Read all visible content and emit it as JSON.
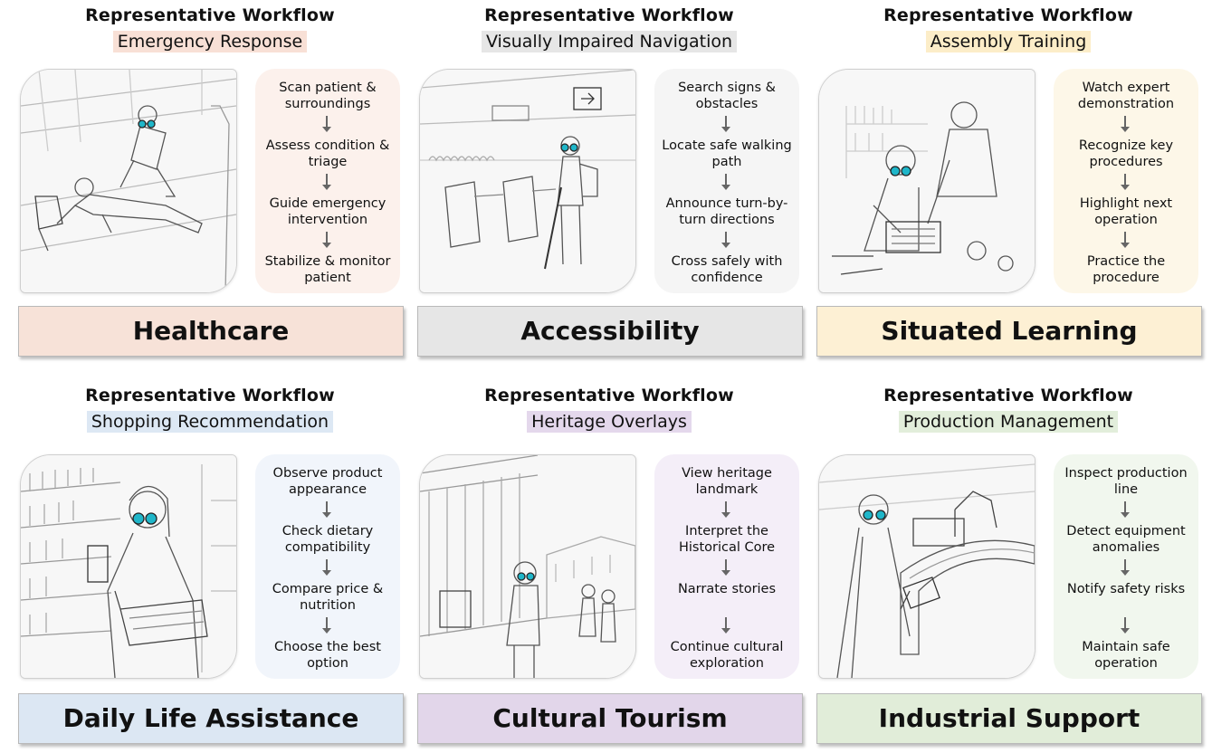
{
  "panels": [
    {
      "heading": "Representative Workflow",
      "workflow": "Emergency Response",
      "steps": [
        "Scan patient & surroundings",
        "Assess condition & triage",
        "Guide emergency intervention",
        "Stabilize & monitor patient"
      ],
      "domain": "Healthcare",
      "colors": {
        "label": "#f8e0d6",
        "steps": "#fcf1ec",
        "banner": "#f7e2d8"
      },
      "illustration_icon": "street-first-aid-scene"
    },
    {
      "heading": "Representative Workflow",
      "workflow": "Visually Impaired Navigation",
      "steps": [
        "Search signs & obstacles",
        "Locate safe walking path",
        "Announce turn-by-turn directions",
        "Cross safely with confidence"
      ],
      "domain": "Accessibility",
      "colors": {
        "label": "#e6e6e6",
        "steps": "#f5f5f5",
        "banner": "#e6e6e6"
      },
      "illustration_icon": "station-gate-cane-scene"
    },
    {
      "heading": "Representative Workflow",
      "workflow": "Assembly Training",
      "steps": [
        "Watch expert demonstration",
        "Recognize key procedures",
        "Highlight next operation",
        "Practice the procedure"
      ],
      "domain": "Situated Learning",
      "colors": {
        "label": "#fcedc8",
        "steps": "#fdf7e8",
        "banner": "#fdf0d4"
      },
      "illustration_icon": "workbench-training-scene"
    },
    {
      "heading": "Representative Workflow",
      "workflow": "Shopping Recommendation",
      "steps": [
        "Observe product appearance",
        "Check dietary compatibility",
        "Compare price & nutrition",
        "Choose the best option"
      ],
      "domain": "Daily Life Assistance",
      "colors": {
        "label": "#dde8f4",
        "steps": "#f1f5fb",
        "banner": "#dce7f3"
      },
      "illustration_icon": "supermarket-shelf-scene"
    },
    {
      "heading": "Representative Workflow",
      "workflow": "Heritage Overlays",
      "steps": [
        "View heritage landmark",
        "Interpret the Historical Core",
        "Narrate stories",
        "Continue cultural exploration"
      ],
      "domain": "Cultural Tourism",
      "colors": {
        "label": "#e4d8ec",
        "steps": "#f4eef8",
        "banner": "#e2d6ea"
      },
      "illustration_icon": "historic-building-scene"
    },
    {
      "heading": "Representative Workflow",
      "workflow": "Production Management",
      "steps": [
        "Inspect production line",
        "Detect equipment anomalies",
        "Notify safety risks",
        "Maintain safe operation"
      ],
      "domain": "Industrial Support",
      "colors": {
        "label": "#e2eedb",
        "steps": "#f1f7ee",
        "banner": "#e1edd9"
      },
      "illustration_icon": "factory-conveyor-scene"
    }
  ]
}
